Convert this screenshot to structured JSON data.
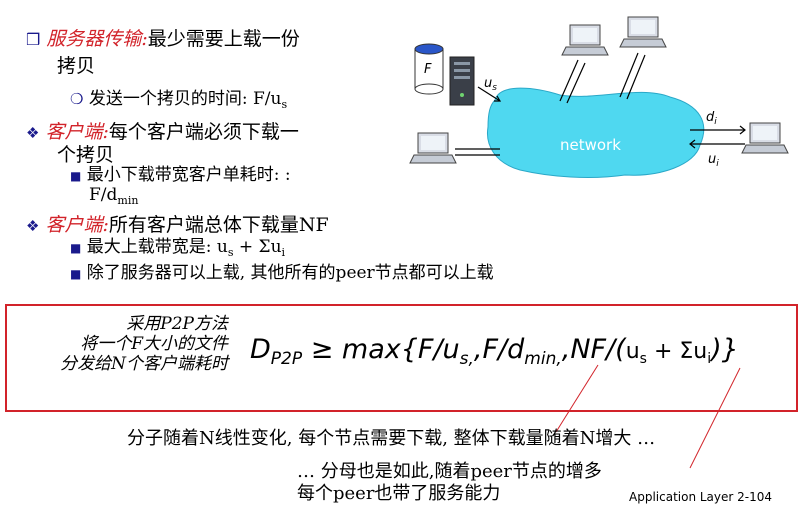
{
  "bullets": {
    "b1_label": "服务器传输:",
    "b1_text": "最少需要上载一份",
    "b1_text2": "拷贝",
    "b1_sub": "发送一个拷贝的时间: F/u",
    "b1_sub_s": "s",
    "b2_label": "客户端:",
    "b2_text": "每个客户端必须下载一",
    "b2_text2": "个拷贝",
    "b2_sub": "最小下载带宽客户单耗时: :",
    "b2_sub2": "F/d",
    "b2_sub2_s": "min",
    "b3_label": "客户端:",
    "b3_text": "所有客户端总体下载量NF",
    "b3_sub1": "最大上载带宽是: u",
    "b3_sub1_s": "s",
    "b3_sub1_tail": " + Σu",
    "b3_sub1_i": "i",
    "b3_sub2": "除了服务器可以上载, 其他所有的peer节点都可以上载"
  },
  "diagram": {
    "cloud_label": "network",
    "file_label": "F",
    "us_label": "u",
    "us_sub": "s",
    "di_label": "d",
    "di_sub": "i",
    "ui_label": "u",
    "ui_sub": "i"
  },
  "formula": {
    "left_line1": "采用P2P方法",
    "left_line2": "将一个F大小的文件",
    "left_line3": "分发给N个客户端耗时",
    "d": "D",
    "d_sub": "P2P",
    "body1": " ≥ max{F/u",
    "body1_sub": "s,",
    "body2": ",F/d",
    "body2_sub": "min,",
    "body3": ",NF/(",
    "u1": "u",
    "u1_sub": "s",
    "plus": " + Σu",
    "u2_sub": "i",
    "close": ")}"
  },
  "notes": {
    "note1": "分子随着N线性变化, 每个节点需要下载, 整体下载量随着N增大 …",
    "note2": "… 分母也是如此,随着peer节点的增多",
    "note3": "每个peer也带了服务能力"
  },
  "footer": "Application Layer   2-104"
}
